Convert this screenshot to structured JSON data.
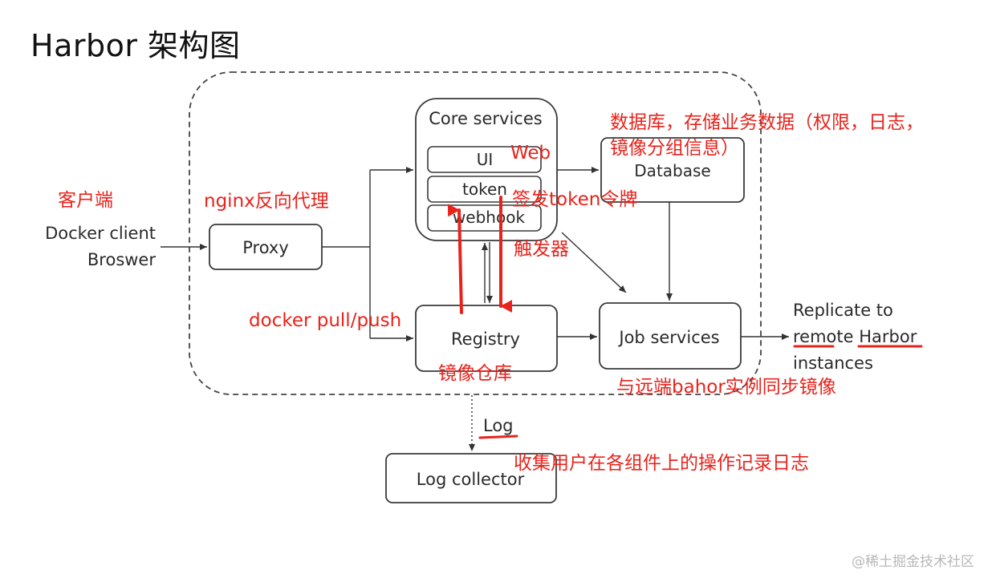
{
  "title": "Harbor 架构图",
  "components": {
    "core_services": "Core services",
    "ui": "UI",
    "token": "token",
    "webhook": "webhook",
    "database": "Database",
    "proxy": "Proxy",
    "registry": "Registry",
    "job_services": "Job services",
    "log_collector": "Log collector"
  },
  "labels": {
    "docker_client": "Docker client",
    "broswer": "Broswer",
    "replicate_line1": "Replicate to",
    "replicate_line2": "remote Harbor",
    "replicate_line3": "instances",
    "log": "Log"
  },
  "annotations": {
    "client": "客户端",
    "nginx": "nginx反向代理",
    "database_line1": "数据库，存储业务数据（权限，日志，",
    "database_line2": "镜像分组信息）",
    "web": "Web",
    "token": "签发token令牌",
    "trigger": "触发器",
    "docker_pull_push": "docker pull/push",
    "registry": "镜像仓库",
    "job_sync": "与远端bahor实例同步镜像",
    "log_collect": "收集用户在各组件上的操作记录日志"
  },
  "watermark": "@稀土掘金技术社区",
  "colors": {
    "annotation": "#e8231c",
    "box_stroke": "#3a3a3a",
    "text": "#2a2a2a"
  }
}
